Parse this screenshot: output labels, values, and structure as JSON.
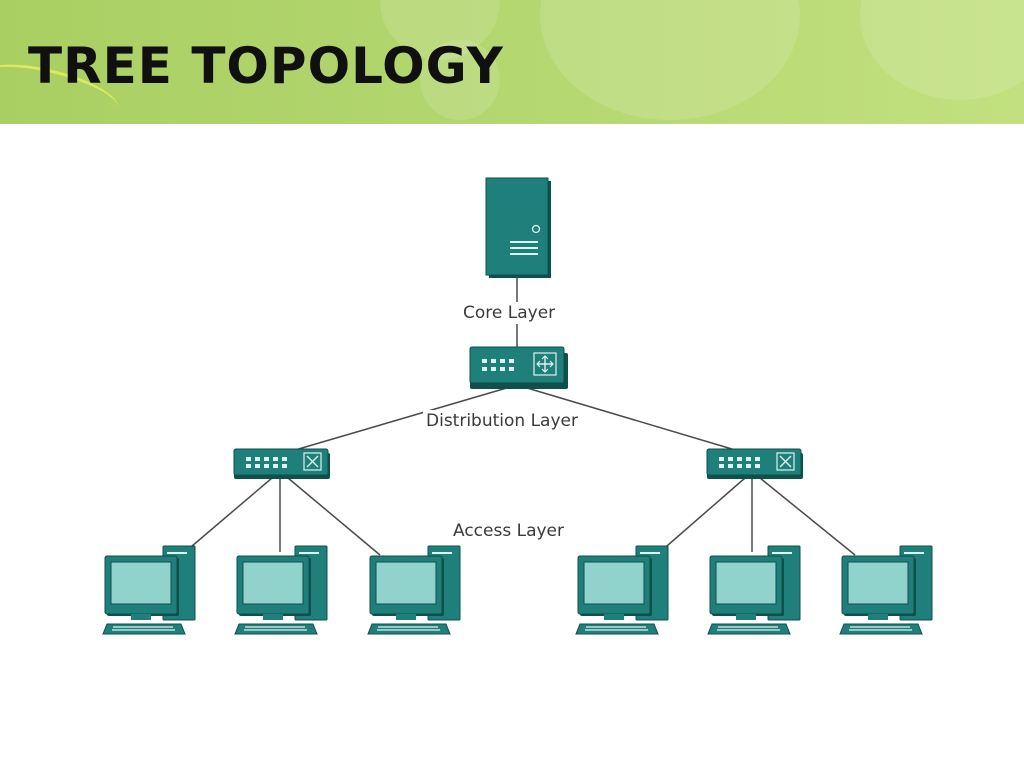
{
  "slide": {
    "title": "TREE TOPOLOGY"
  },
  "layers": {
    "core": "Core Layer",
    "distribution": "Distribution Layer",
    "access": "Access Layer"
  },
  "colors": {
    "banner": "#b3d66f",
    "device_fill": "#1f7f7a",
    "device_dark": "#0f4f4c",
    "screen": "#8fd3cc",
    "link": "#4a4a4a"
  },
  "nodes": {
    "core": {
      "type": "server",
      "icon": "server-icon"
    },
    "distribution": {
      "type": "switch",
      "icon": "switch-icon"
    },
    "access_switches": [
      {
        "type": "switch",
        "icon": "switch-icon"
      },
      {
        "type": "switch",
        "icon": "switch-icon"
      }
    ],
    "computers": [
      {
        "group": 0,
        "icon": "computer-icon"
      },
      {
        "group": 0,
        "icon": "computer-icon"
      },
      {
        "group": 0,
        "icon": "computer-icon"
      },
      {
        "group": 1,
        "icon": "computer-icon"
      },
      {
        "group": 1,
        "icon": "computer-icon"
      },
      {
        "group": 1,
        "icon": "computer-icon"
      }
    ]
  }
}
